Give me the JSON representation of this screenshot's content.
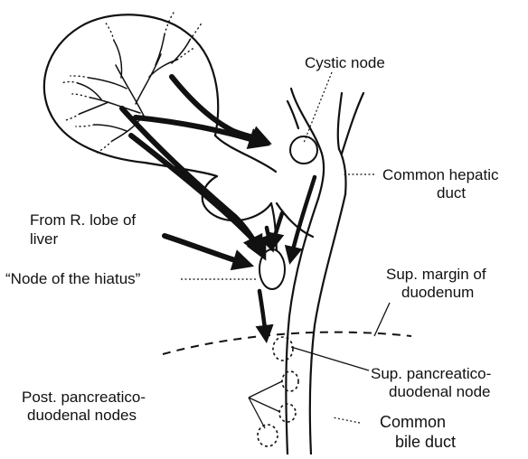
{
  "labels": {
    "cystic_node": "Cystic node",
    "common_hepatic_duct_1": "Common hepatic",
    "common_hepatic_duct_2": "duct",
    "from_r_lobe_1": "From R. lobe of",
    "from_r_lobe_2": "liver",
    "node_of_hiatus": "“Node of the hiatus”",
    "sup_margin_1": "Sup. margin of",
    "sup_margin_2": "duodenum",
    "sup_pancreatico_1": "Sup. pancreatico-",
    "sup_pancreatico_2": "duodenal node",
    "post_pancreatico_1": "Post. pancreatico-",
    "post_pancreatico_2": "duodenal nodes",
    "common_bile_duct_1": "Common",
    "common_bile_duct_2": "bile duct"
  }
}
